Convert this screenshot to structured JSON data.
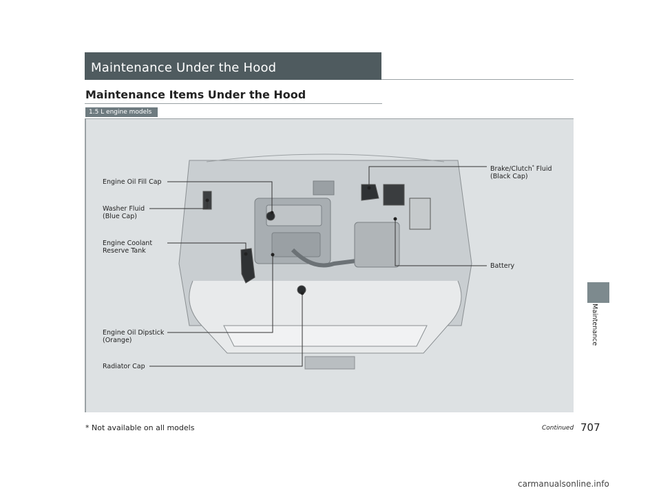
{
  "header": {
    "title": "Maintenance Under the Hood"
  },
  "heading": "Maintenance Items Under the Hood",
  "model_tag": "1.5 L engine models",
  "callouts": {
    "oil_fill": "Engine Oil Fill Cap",
    "washer": "Washer Fluid\n(Blue Cap)",
    "coolant": "Engine Coolant\nReserve Tank",
    "dipstick": "Engine Oil Dipstick\n(Orange)",
    "radiator": "Radiator Cap",
    "brake_pre": "Brake/Clutch",
    "brake_star": "*",
    "brake_post": " Fluid\n(Black Cap)",
    "battery": "Battery"
  },
  "side_tab": "Maintenance",
  "footnote": "* Not available on all models",
  "continued": "Continued",
  "page_number": "707",
  "watermark": "carmanualsonline.info"
}
